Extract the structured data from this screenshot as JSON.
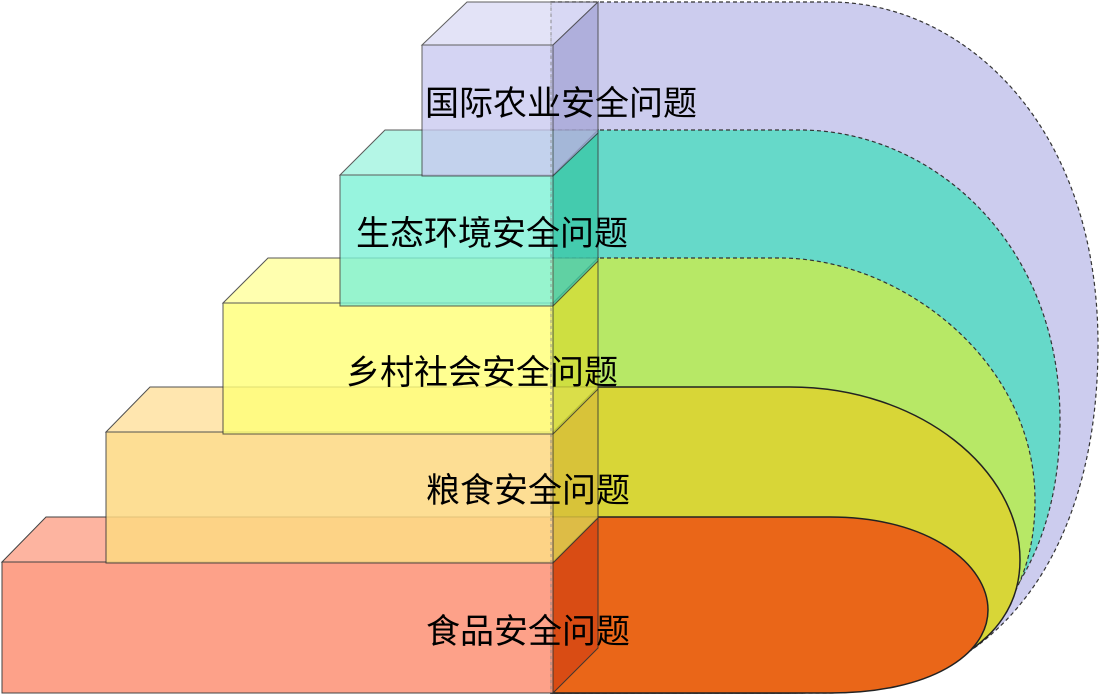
{
  "layers": [
    {
      "id": "international",
      "label": "国际农业安全问题",
      "colors": {
        "front": "#c8c8f0",
        "top": "#dcdcf6",
        "side": "#a8a8d8",
        "arc": "#ccccee"
      }
    },
    {
      "id": "ecology",
      "label": "生态环境安全问题",
      "colors": {
        "front": "#7ef2d6",
        "top": "#a2f5e0",
        "side": "#3cc8a8",
        "arc": "#66d9c9"
      }
    },
    {
      "id": "rural",
      "label": "乡村社会安全问题",
      "colors": {
        "front": "#ffff7a",
        "top": "#ffff9e",
        "side": "#d4de3a",
        "arc": "#b7e866"
      }
    },
    {
      "id": "grain",
      "label": "粮食安全问题",
      "colors": {
        "front": "#fdd982",
        "top": "#ffe2a2",
        "side": "#d8c03a",
        "arc": "#d8d637"
      }
    },
    {
      "id": "food",
      "label": "食品安全问题",
      "colors": {
        "front": "#fd9a80",
        "top": "#fdae98",
        "side": "#d84a14",
        "arc": "#ea6618"
      }
    }
  ]
}
